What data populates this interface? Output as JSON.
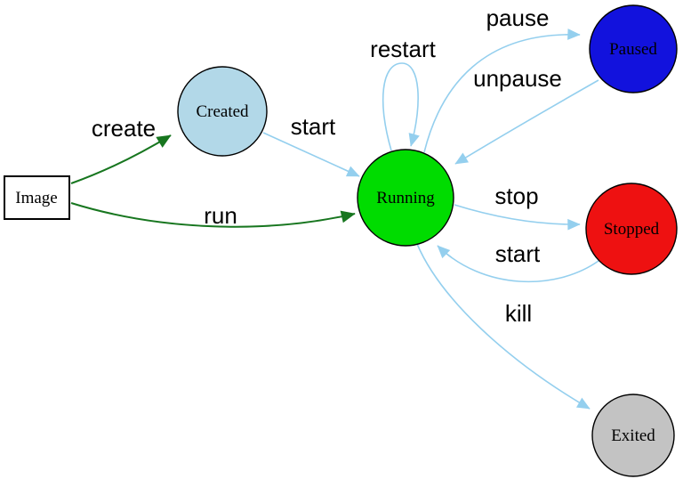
{
  "colors": {
    "background": "#ffffff",
    "arrow_blue": "#94cfee",
    "arrow_green": "#17761f",
    "node_border": "#000000",
    "text": "#000000"
  },
  "nodes": {
    "image": {
      "label": "Image",
      "shape": "rectangle",
      "fill": "#ffffff",
      "border": "#2222ee"
    },
    "created": {
      "label": "Created",
      "shape": "circle",
      "fill": "#b2d8e8"
    },
    "running": {
      "label": "Running",
      "shape": "circle",
      "fill": "#00dc00"
    },
    "paused": {
      "label": "Paused",
      "shape": "circle",
      "fill": "#1212dd"
    },
    "stopped": {
      "label": "Stopped",
      "shape": "circle",
      "fill": "#ee1111"
    },
    "exited": {
      "label": "Exited",
      "shape": "circle",
      "fill": "#c3c3c3"
    }
  },
  "edges": {
    "create": {
      "label": "create",
      "from": "image",
      "to": "created",
      "color": "#17761f"
    },
    "run": {
      "label": "run",
      "from": "image",
      "to": "running",
      "color": "#17761f"
    },
    "start": {
      "label": "start",
      "from": "created",
      "to": "running",
      "color": "#94cfee"
    },
    "restart": {
      "label": "restart",
      "from": "running",
      "to": "running",
      "color": "#94cfee"
    },
    "pause": {
      "label": "pause",
      "from": "running",
      "to": "paused",
      "color": "#94cfee"
    },
    "unpause": {
      "label": "unpause",
      "from": "paused",
      "to": "running",
      "color": "#94cfee"
    },
    "stop": {
      "label": "stop",
      "from": "running",
      "to": "stopped",
      "color": "#94cfee"
    },
    "start_from_stopped": {
      "label": "start",
      "from": "stopped",
      "to": "running",
      "color": "#94cfee"
    },
    "kill": {
      "label": "kill",
      "from": "running",
      "to": "exited",
      "color": "#94cfee"
    }
  }
}
